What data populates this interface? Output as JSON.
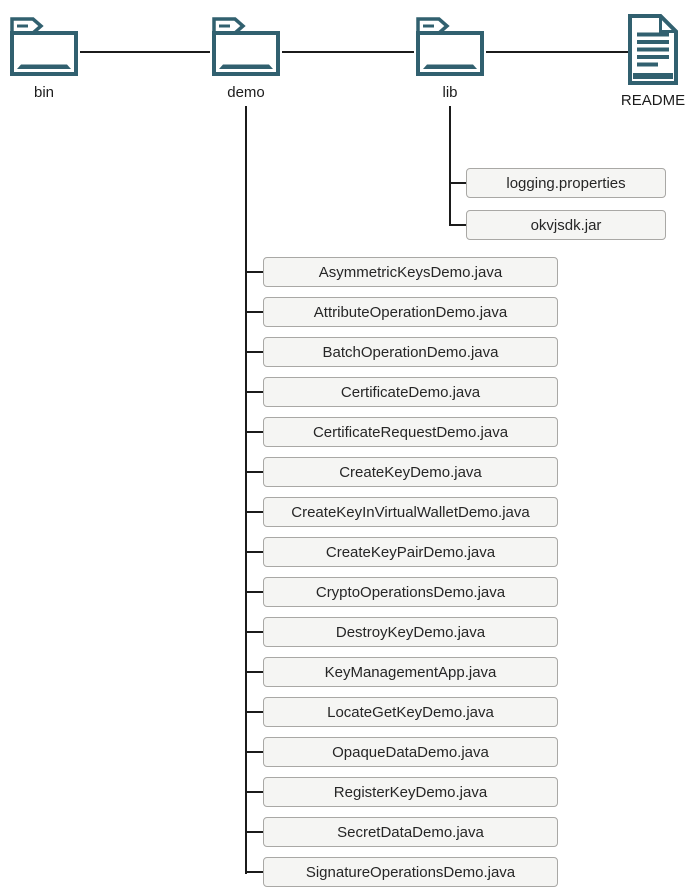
{
  "diagram": {
    "description": "directory structure tree",
    "accent_color": "#31606F",
    "line_color": "#1b1b1b",
    "box_fill": "#f5f5f3",
    "box_border": "#a9a8a5",
    "nodes": [
      {
        "id": "bin",
        "label": "bin",
        "type": "folder",
        "children": []
      },
      {
        "id": "demo",
        "label": "demo",
        "type": "folder",
        "children": [
          "AsymmetricKeysDemo.java",
          "AttributeOperationDemo.java",
          "BatchOperationDemo.java",
          "CertificateDemo.java",
          "CertificateRequestDemo.java",
          "CreateKeyDemo.java",
          "CreateKeyInVirtualWalletDemo.java",
          "CreateKeyPairDemo.java",
          "CryptoOperationsDemo.java",
          "DestroyKeyDemo.java",
          "KeyManagementApp.java",
          "LocateGetKeyDemo.java",
          "OpaqueDataDemo.java",
          "RegisterKeyDemo.java",
          "SecretDataDemo.java",
          "SignatureOperationsDemo.java"
        ]
      },
      {
        "id": "lib",
        "label": "lib",
        "type": "folder",
        "children": [
          "logging.properties",
          "okvjsdk.jar"
        ]
      },
      {
        "id": "readme",
        "label": "README",
        "type": "document",
        "children": []
      }
    ]
  }
}
